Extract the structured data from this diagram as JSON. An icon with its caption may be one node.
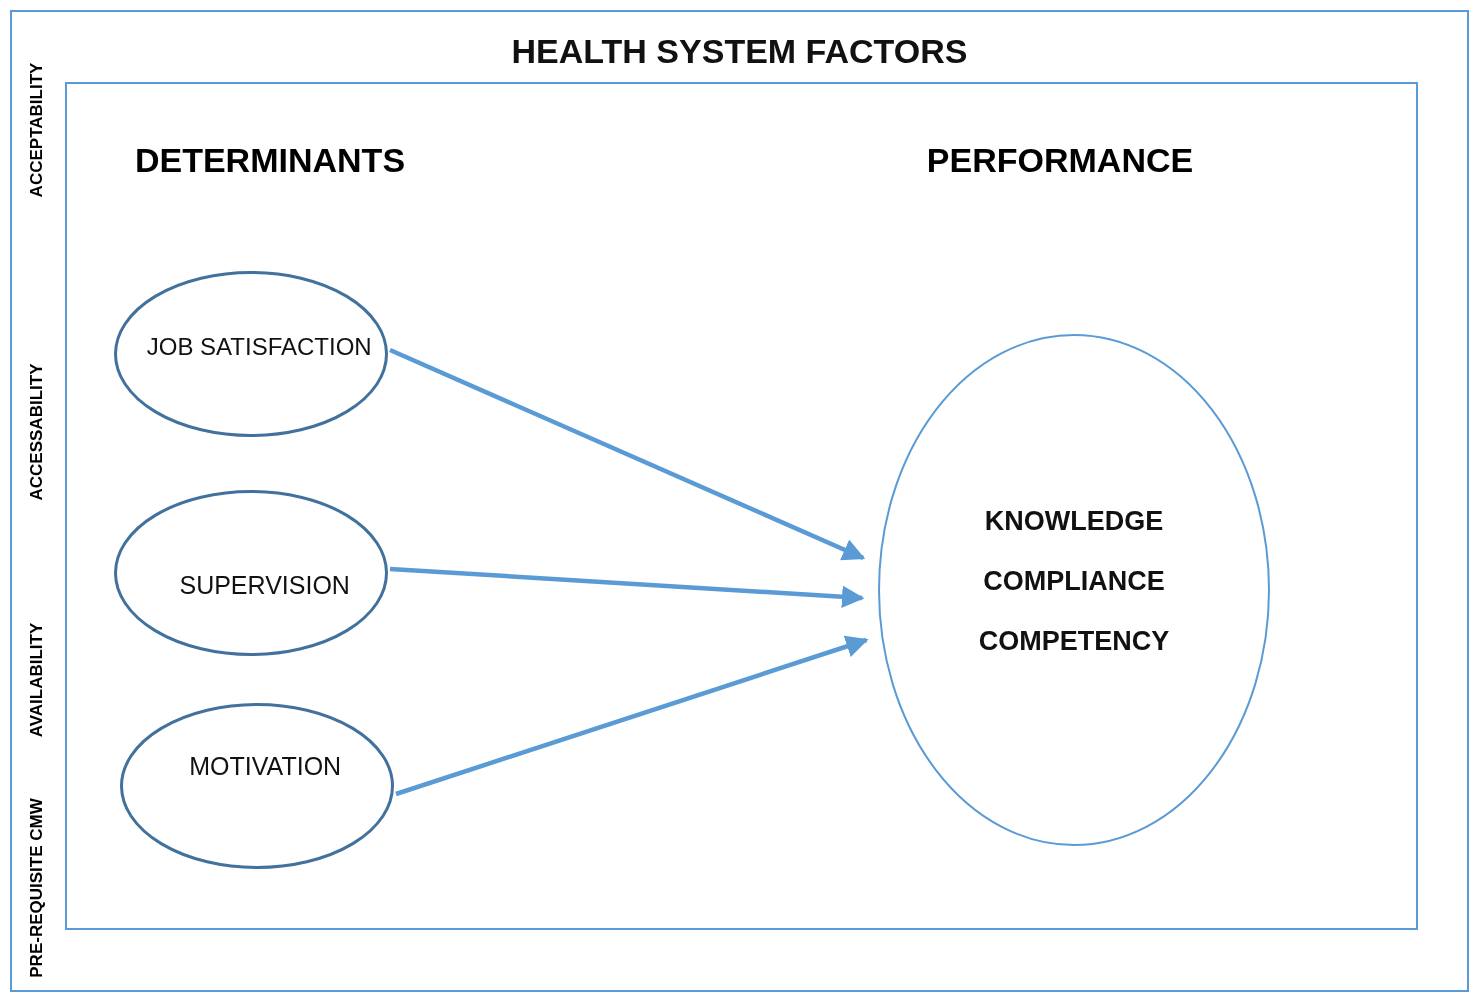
{
  "diagram": {
    "nodes": [
      {
        "text": [
          "HEALTH SYSTEM FACTORS"
        ]
      },
      {
        "text": [],
        "shape": "box",
        "in": 0
      },
      {
        "text": [
          "JOB SATISFACTION"
        ],
        "in": 1
      },
      {
        "text": [
          "SUPERVISION"
        ],
        "in": 1
      },
      {
        "text": [
          "MOTIVATION"
        ],
        "in": 1
      },
      {
        "text": [
          "KNOWLEDGE",
          "COMPLIANCE",
          "COMPETENCY"
        ],
        "in": 1
      }
    ],
    "edges": [
      {
        "from": 2,
        "to": 5,
        "arrow": "to"
      },
      {
        "from": 3,
        "to": 5,
        "arrow": "to"
      },
      {
        "from": 4,
        "to": 5,
        "arrow": "to"
      }
    ],
    "labels": [
      "ACCEPTABILITY",
      "ACCESSABILITY",
      "AVAILABILITY",
      "PRE-REQUISITE CMW",
      "DETERMINANTS",
      "PERFORMANCE"
    ]
  }
}
